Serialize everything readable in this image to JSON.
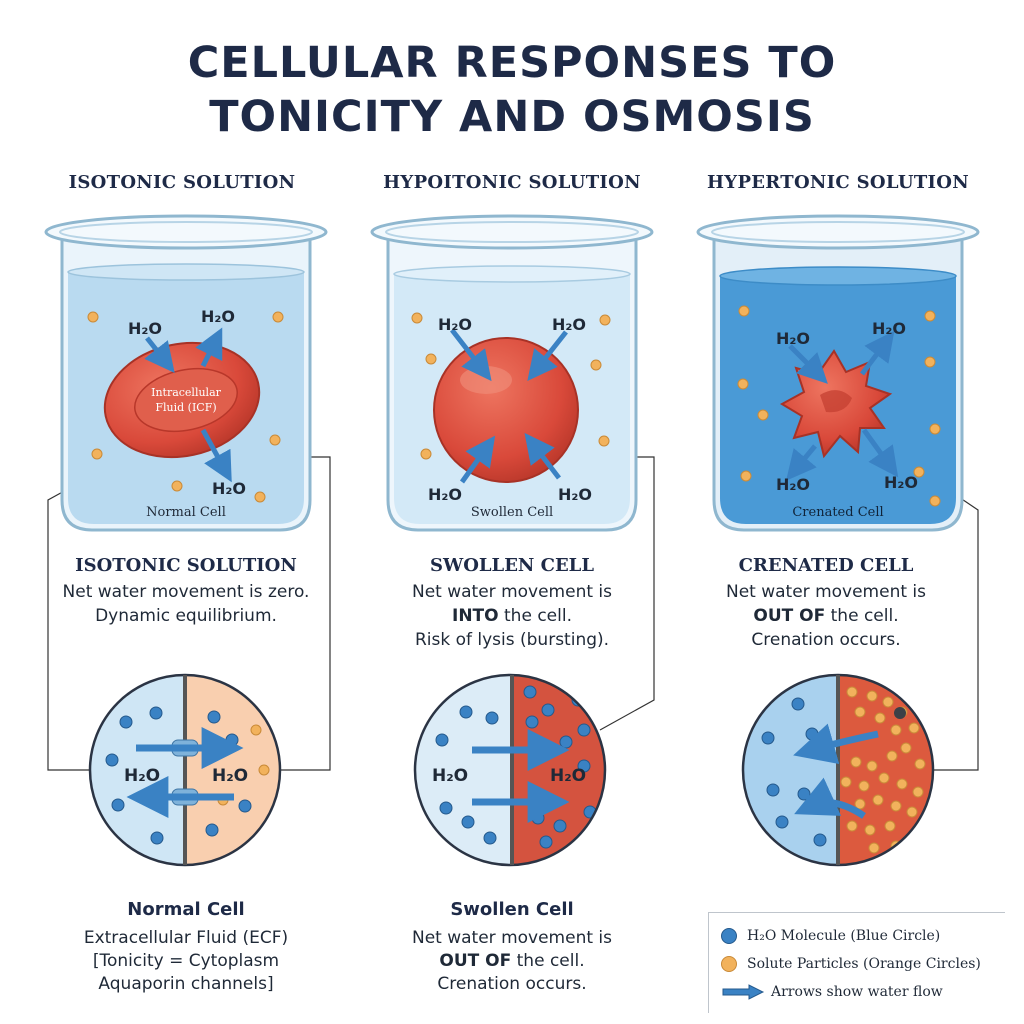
{
  "title_line1": "CELLULAR RESPONSES TO",
  "title_line2": "TONICITY AND OSMOSIS",
  "columns": [
    {
      "heading": "ISOTONIC SOLUTION",
      "cell_label": "Normal Cell",
      "icf_label_line1": "Intracellular",
      "icf_label_line2": "Fluid (ICF)",
      "summary_title": "ISOTONIC SOLUTION",
      "summary_line1": "Net water movement is zero.",
      "summary_line2": "Dynamic equilibrium."
    },
    {
      "heading": "HYPOITONIC SOLUTION",
      "cell_label": "Swollen Cell",
      "summary_title": "SWOLLEN CELL",
      "summary_line1": "Net water movement is",
      "summary_bold": "INTO",
      "summary_rest": " the cell.",
      "summary_line3": "Risk of lysis (bursting)."
    },
    {
      "heading": "HYPERTONIC SOLUTION",
      "cell_label": "Crenated Cell",
      "summary_title": "CRENATED CELL",
      "summary_line1": "Net water movement is",
      "summary_bold": "OUT OF",
      "summary_rest": " the cell.",
      "summary_line3": "Crenation occurs."
    }
  ],
  "water_label": "H₂O",
  "bottom": [
    {
      "title": "Normal Cell",
      "line1": "Extracellular Fluid (ECF)",
      "line2": "[Tonicity = Cytoplasm",
      "line3": "Aquaporin channels]"
    },
    {
      "title": "Swollen Cell",
      "line1": "Net water movement is",
      "line2_bold": "OUT OF",
      "line2_rest": " the cell.",
      "line3": "Crenation occurs."
    }
  ],
  "legend": {
    "water": "H₂O Molecule (Blue Circle)",
    "solute": "Solute Particles (Orange Circles)",
    "arrows": "Arrows show water flow"
  },
  "colors": {
    "water_blue": "#3a82c4",
    "solute_orange": "#f2b25c",
    "cell_red": "#d9493a",
    "title_navy": "#1e2a47"
  }
}
